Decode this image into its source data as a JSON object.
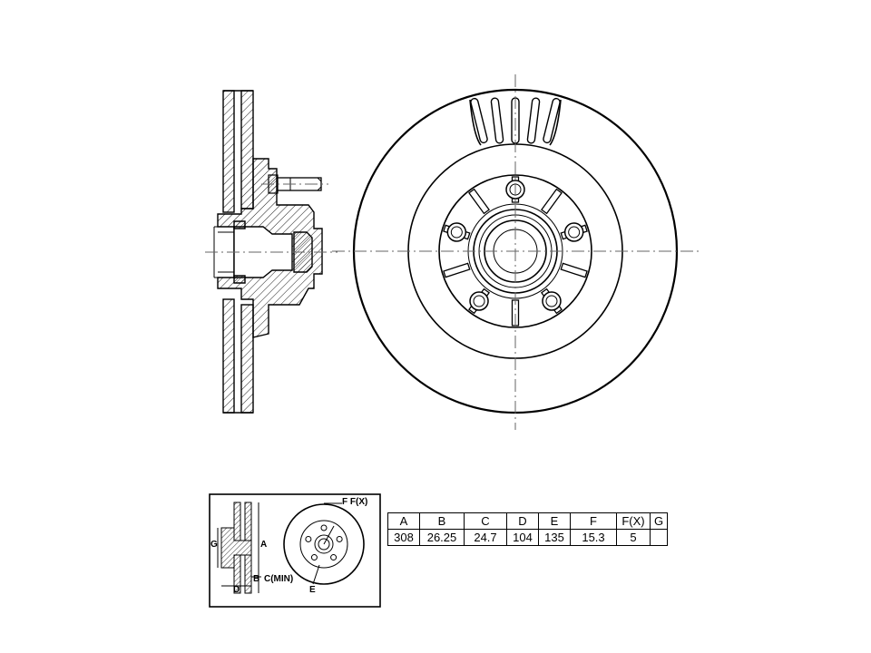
{
  "legend": {
    "labels": {
      "f_fx": "F F(X)",
      "a": "A",
      "g": "G",
      "b": "B",
      "c_min": "C(MIN)",
      "d": "D",
      "e": "E"
    }
  },
  "spec_table": {
    "headers": [
      "A",
      "B",
      "C",
      "D",
      "E",
      "F",
      "F(X)",
      "G"
    ],
    "values": [
      "308",
      "26.25",
      "24.7",
      "104",
      "135",
      "15.3",
      "5",
      ""
    ]
  }
}
